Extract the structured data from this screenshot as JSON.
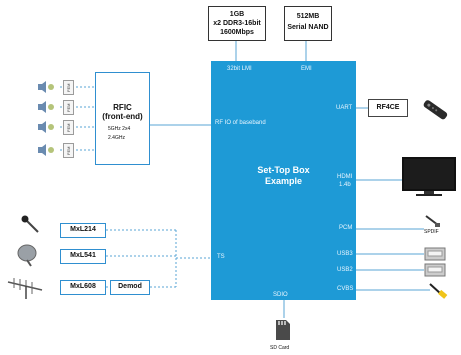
{
  "colors": {
    "soc": "#1e9ad6",
    "line": "#5aa6d6",
    "box_border": "#2f8fd0"
  },
  "memory": {
    "ddr_lines": [
      "1GB",
      "x2 DDR3-16bit",
      "1600Mbps"
    ],
    "nand_lines": [
      "512MB",
      "Serial NAND"
    ]
  },
  "rfic": {
    "title_lines": [
      "RFIC",
      "(front-end)"
    ],
    "sub_lines": [
      "5GHz 2x4",
      "2.4GHz"
    ]
  },
  "fem_label": "FEM",
  "soc": {
    "title_lines": [
      "Set-Top Box",
      "Example"
    ],
    "ports": {
      "lmi": "32bit LMI",
      "emi": "EMI",
      "rfio": "RF IO of baseband",
      "uart": "UART",
      "hdmi_lines": [
        "HDMI",
        "1.4b"
      ],
      "pcm": "PCM",
      "ts": "TS",
      "usb3": "USB3",
      "usb2": "USB2",
      "cvbs": "CVBS",
      "sdio": "SDIO"
    }
  },
  "rf4ce": "RF4CE",
  "tuners": [
    "MxL214",
    "MxL541",
    "MxL608"
  ],
  "demod": "Demod",
  "spdif": "SPDIF",
  "sdcard": "SD Card",
  "icons": [
    "antenna-icon",
    "microphone-icon",
    "satellite-dish-icon",
    "yagi-antenna-icon",
    "remote-control-icon",
    "tv-icon",
    "spdif-connector-icon",
    "usb-port-icon",
    "rca-cable-icon",
    "sd-card-icon"
  ]
}
